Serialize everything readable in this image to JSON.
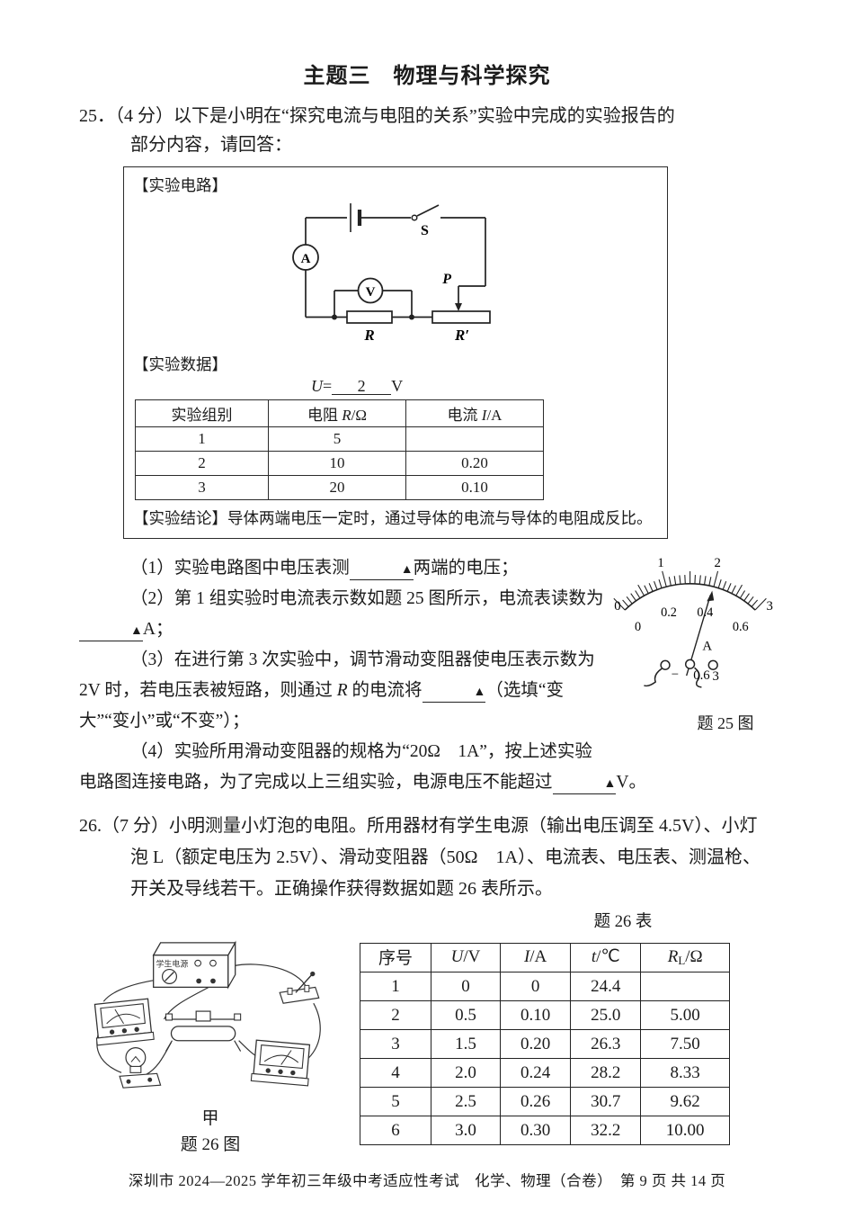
{
  "title": "主题三　物理与科学探究",
  "q25": {
    "line1": "25．（4 分）以下是小明在“探究电流与电阻的关系”实验中完成的实验报告的",
    "line2": "部分内容，请回答："
  },
  "box25": {
    "circuit_label": "【实验电路】",
    "data_label": "【实验数据】",
    "circuit": {
      "ammeter": "A",
      "voltmeter": "V",
      "switch": "S",
      "resistor": "R",
      "rheostat": "R′",
      "slider": "P"
    },
    "voltage": {
      "sym": "U",
      "eq": "=",
      "value": "2",
      "unit": "V"
    },
    "table": {
      "headers": [
        {
          "pre": "实验组别",
          "it": "",
          "post": ""
        },
        {
          "pre": "电阻 ",
          "it": "R",
          "post": "/Ω"
        },
        {
          "pre": "电流 ",
          "it": "I",
          "post": "/A"
        }
      ],
      "rows": [
        [
          "1",
          "5",
          ""
        ],
        [
          "2",
          "10",
          "0.20"
        ],
        [
          "3",
          "20",
          "0.10"
        ]
      ]
    },
    "conclusion": "【实验结论】导体两端电压一定时，通过导体的电流与导体的电阻成反比。"
  },
  "parts": {
    "p1a": "（1）实验电路图中电压表测",
    "p1b": "▲",
    "p1c": "两端的电压；",
    "p2a": "（2）第 1 组实验时电流表示数如题 25 图所示，电流表读数为",
    "p2b": "▲",
    "p2c": "A；",
    "p3a": "（3）在进行第 3 次实验中，调节滑动变阻器使电压表示数为 2V 时，若电压表被短路，则通过 ",
    "p3r": "R",
    "p3b": " 的电流将",
    "p3c": "▲",
    "p3d": "（选填“变大”“变小”或“不变”）；",
    "p4a": "（4）实验所用滑动变阻器的规格为“20Ω　1A”，按上述实验电路图连接电路，为了完成以上三组实验，电源电压不能超过",
    "p4b": "▲",
    "p4c": "V。"
  },
  "dial": {
    "outer": [
      "0",
      "1",
      "2",
      "3"
    ],
    "inner": [
      "0",
      "0.2",
      "0.4",
      "0.6"
    ],
    "meter": "A",
    "terminals": [
      "−",
      "0.6",
      "3"
    ],
    "caption": "题 25 图"
  },
  "q26": {
    "text": "26.（7 分）小明测量小灯泡的电阻。所用器材有学生电源（输出电压调至 4.5V）、小灯泡 L（额定电压为 2.5V）、滑动变阻器（50Ω　1A）、电流表、电压表、测温枪、开关及导线若干。正确操作获得数据如题 26 表所示。"
  },
  "table26": {
    "caption": "题 26 表",
    "headers": [
      {
        "pre": "序号",
        "it": "",
        "sub": "",
        "post": ""
      },
      {
        "pre": "",
        "it": "U",
        "sub": "",
        "post": "/V"
      },
      {
        "pre": "",
        "it": "I",
        "sub": "",
        "post": "/A"
      },
      {
        "pre": "",
        "it": "t",
        "sub": "",
        "post": "/℃"
      },
      {
        "pre": "",
        "it": "R",
        "sub": "L",
        "post": "/Ω"
      }
    ],
    "rows": [
      [
        "1",
        "0",
        "0",
        "24.4",
        ""
      ],
      [
        "2",
        "0.5",
        "0.10",
        "25.0",
        "5.00"
      ],
      [
        "3",
        "1.5",
        "0.20",
        "26.3",
        "7.50"
      ],
      [
        "4",
        "2.0",
        "0.24",
        "28.2",
        "8.33"
      ],
      [
        "5",
        "2.5",
        "0.26",
        "30.7",
        "9.62"
      ],
      [
        "6",
        "3.0",
        "0.30",
        "32.2",
        "10.00"
      ]
    ]
  },
  "fig26": {
    "power_label": "学生电源",
    "sub_caption": "甲",
    "caption": "题 26 图"
  },
  "footer": "深圳市 2024—2025 学年初三年级中考适应性考试　化学、物理（合卷）　第 9 页 共 14 页",
  "colors": {
    "ink": "#1b1b1b",
    "paper": "#ffffff"
  }
}
